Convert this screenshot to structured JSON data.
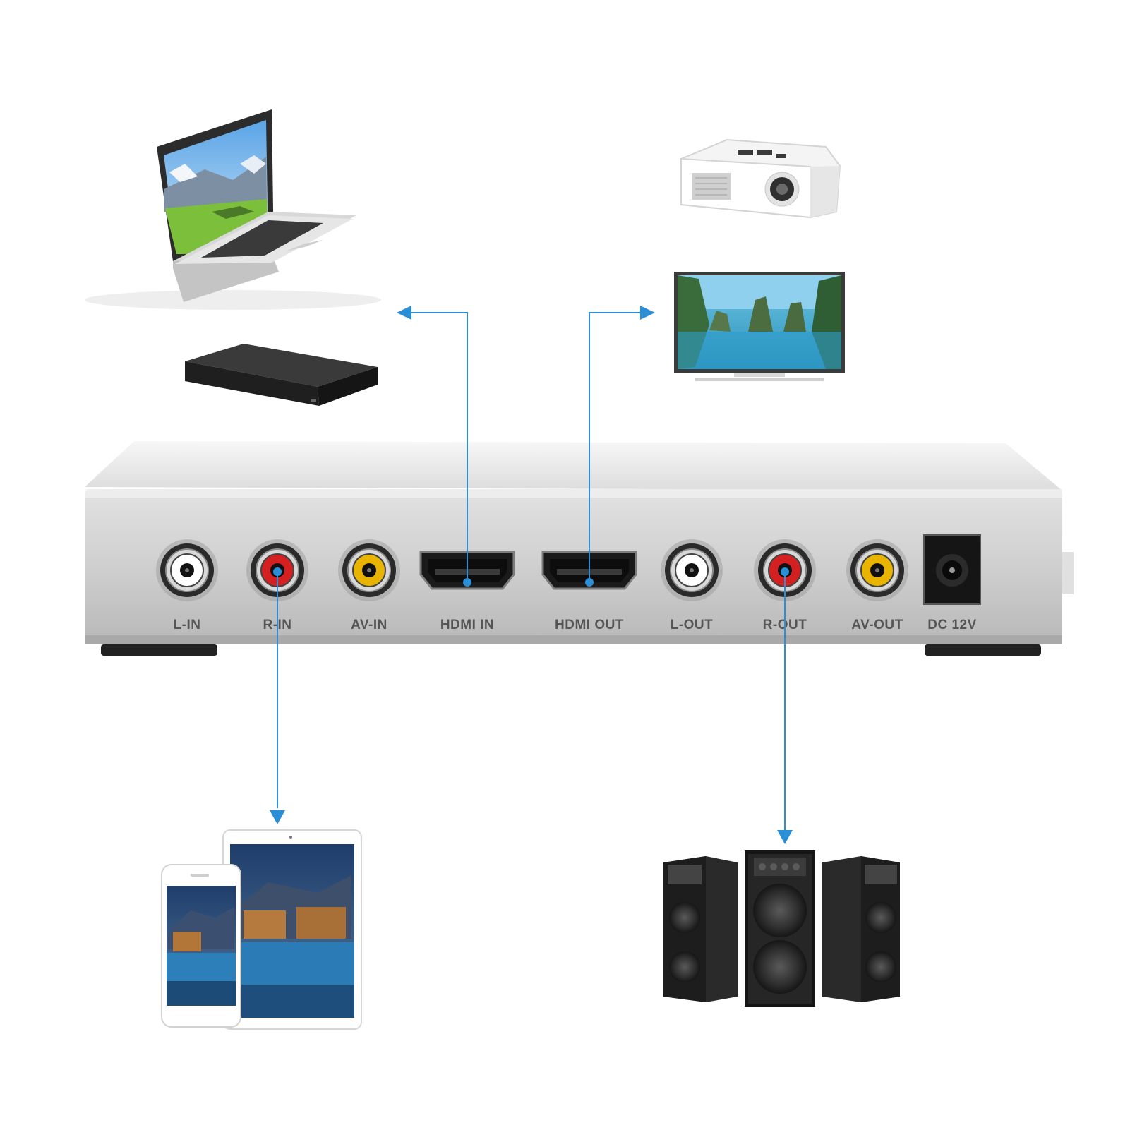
{
  "ports": [
    {
      "id": "l-in",
      "label": "L-IN",
      "kind": "rca",
      "color": "#ffffff"
    },
    {
      "id": "r-in",
      "label": "R-IN",
      "kind": "rca",
      "color": "#d42020"
    },
    {
      "id": "av-in",
      "label": "AV-IN",
      "kind": "rca",
      "color": "#e8b400"
    },
    {
      "id": "hdmi-in",
      "label": "HDMI IN",
      "kind": "hdmi"
    },
    {
      "id": "hdmi-out",
      "label": "HDMI OUT",
      "kind": "hdmi"
    },
    {
      "id": "l-out",
      "label": "L-OUT",
      "kind": "rca",
      "color": "#ffffff"
    },
    {
      "id": "r-out",
      "label": "R-OUT",
      "kind": "rca",
      "color": "#d42020"
    },
    {
      "id": "av-out",
      "label": "AV-OUT",
      "kind": "rca",
      "color": "#e8b400"
    },
    {
      "id": "dc-12v",
      "label": "DC 12V",
      "kind": "dc"
    }
  ],
  "devices": [
    {
      "id": "laptop",
      "icon": "laptop-icon"
    },
    {
      "id": "media-player",
      "icon": "media-player-icon"
    },
    {
      "id": "projector",
      "icon": "projector-icon"
    },
    {
      "id": "tv",
      "icon": "tv-icon"
    },
    {
      "id": "phone-tablet",
      "icon": "phone-tablet-icon"
    },
    {
      "id": "speakers",
      "icon": "speakers-icon"
    }
  ],
  "connections": [
    {
      "from": "hdmi-in",
      "to": "laptop",
      "direction": "up-left"
    },
    {
      "from": "hdmi-out",
      "to": "tv",
      "direction": "up-right"
    },
    {
      "from": "r-in",
      "to": "phone-tablet",
      "direction": "down"
    },
    {
      "from": "r-out",
      "to": "speakers",
      "direction": "down"
    }
  ],
  "colors": {
    "arrow": "#2a8fd6",
    "chassis": "#c9c9c9",
    "label": "#555555"
  }
}
